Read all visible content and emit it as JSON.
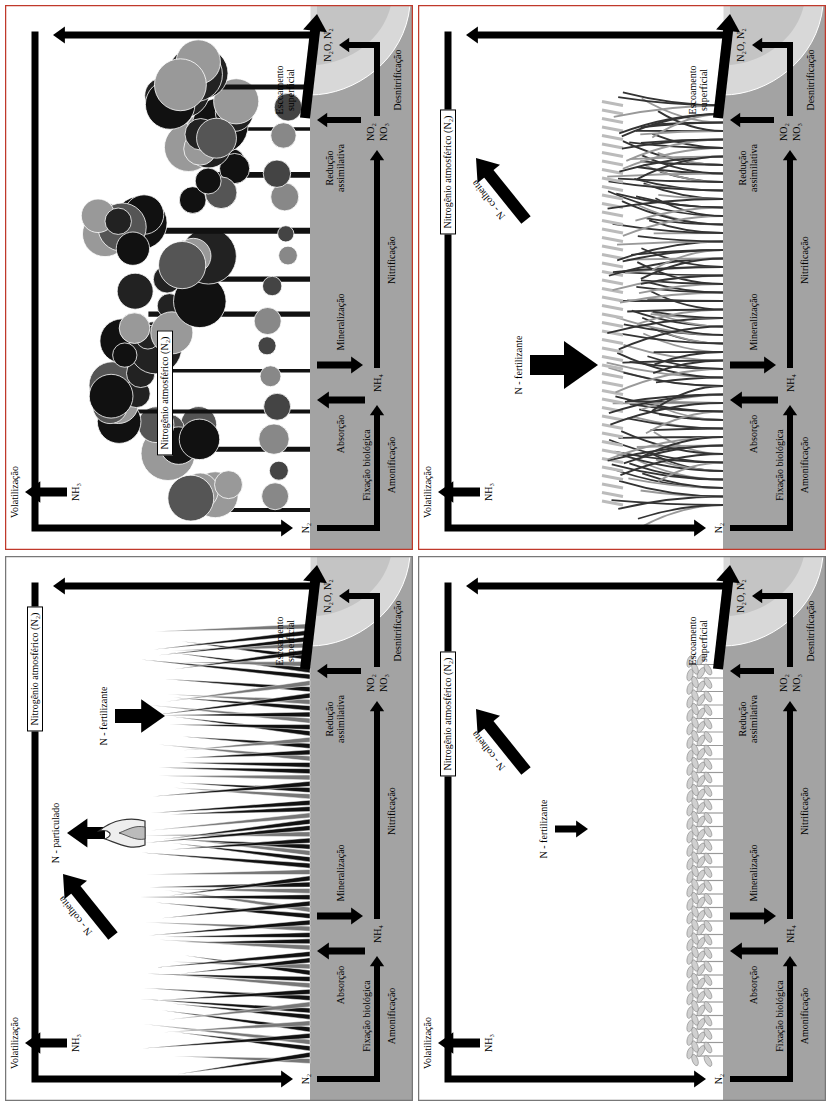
{
  "diagram": {
    "nodes": [
      {
        "text": [
          "Nitrogênio atmosférico (N₂)"
        ]
      },
      {
        "text": [
          "Nitrogênio atmosférico (N₂)"
        ]
      },
      {
        "text": [
          "Nitrogênio atmosférico (N₂)"
        ]
      },
      {
        "text": [
          "Nitrogênio atmosférico (N₂)"
        ]
      }
    ],
    "labels": [
      "Volatilização",
      "NH₃",
      "N₂",
      "Fixação biológica",
      "Amonificação",
      "Absorção",
      "Mineralização",
      "NH₄",
      "Nitrificação",
      "NO₂",
      "NO₃",
      "Redução assimilativa",
      "Desnitrificação",
      "N₂O, N₂",
      "Escoamento superficial",
      "Volatilização",
      "NH₃",
      "N₂",
      "Fixação biológica",
      "Amonificação",
      "Absorção",
      "Mineralização",
      "NH₄",
      "Nitrificação",
      "NO₂",
      "NO₃",
      "Redução assimilativa",
      "Desnitrificação",
      "N₂O, N₂",
      "Escoamento superficial",
      "N - fertilizante",
      "N - colheita",
      "Volatilização",
      "NH₃",
      "N₂",
      "Fixação biológica",
      "Amonificação",
      "Absorção",
      "Mineralização",
      "NH₄",
      "Nitrificação",
      "NO₂",
      "NO₃",
      "Redução assimilativa",
      "Desnitrificação",
      "N₂O, N₂",
      "Escoamento superficial",
      "N - fertilizante",
      "N - colheita",
      "N - particulado",
      "Volatilização",
      "NH₃",
      "N₂",
      "Fixação biológica",
      "Amonificação",
      "Absorção",
      "Mineralização",
      "NH₄",
      "Nitrificação",
      "NO₂",
      "NO₃",
      "Redução assimilativa",
      "Desnitrificação",
      "N₂O, N₂",
      "Escoamento superficial",
      "N - fertilizante",
      "N - colheita"
    ]
  }
}
